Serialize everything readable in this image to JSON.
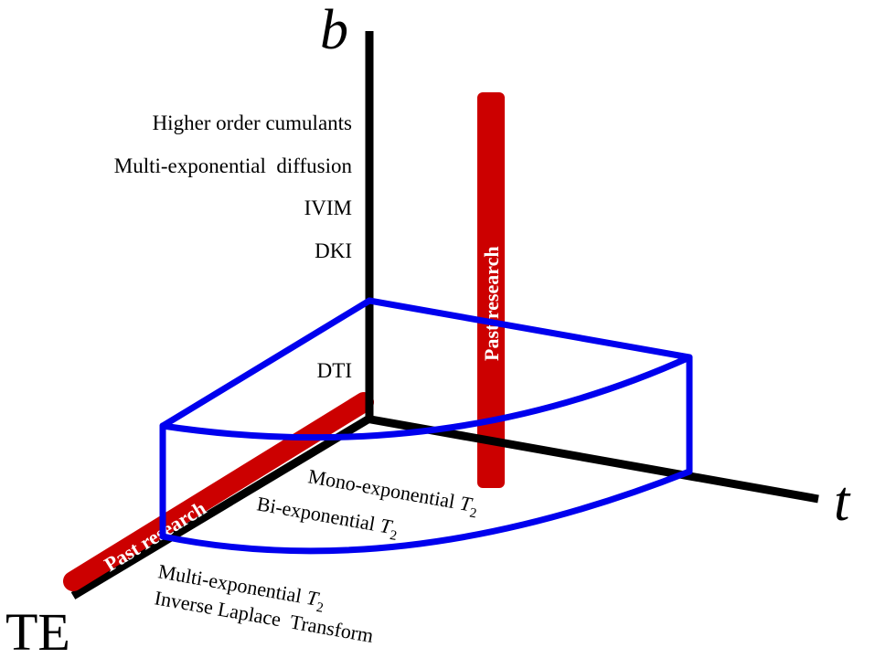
{
  "axes": {
    "b": "b",
    "t": "t",
    "te": "TE"
  },
  "b_axis_labels": [
    "Higher order cumulants",
    "Multi-exponential  diffusion",
    "IVIM",
    "DKI",
    "DTI"
  ],
  "t2_labels": {
    "mono": "Mono-exponential",
    "bi": "Bi-exponential",
    "multi": "Multi-exponential",
    "t2_symbol": "T",
    "t2_subscript": "2",
    "inverse_laplace": "Inverse Laplace  Transform"
  },
  "past_research": {
    "vertical": "Past research",
    "diagonal": "Past research"
  },
  "colors": {
    "axis": "#000000",
    "region": "#0000ee",
    "past_research": "#cc0000"
  }
}
